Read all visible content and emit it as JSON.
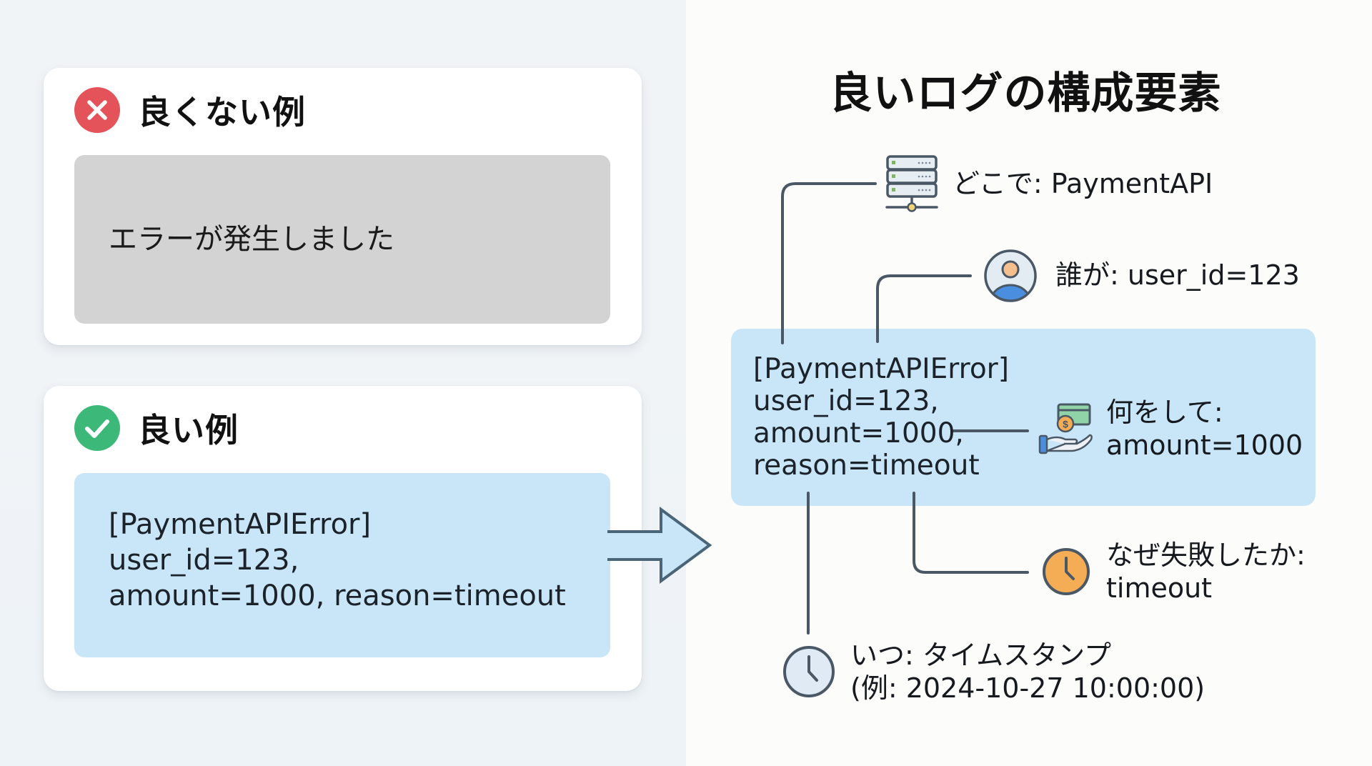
{
  "colors": {
    "bad_badge": "#e4525a",
    "good_badge": "#3cb878",
    "log_box_blue": "#c9e6f8",
    "log_box_gray": "#d3d3d3",
    "connector": "#4a5866",
    "why_clock": "#f4ad55",
    "when_clock": "#dfeaf4",
    "user_body": "#4a8fdf",
    "user_head": "#f6c08e"
  },
  "left": {
    "bad_example": {
      "icon": "x-circle-icon",
      "title": "良くない例",
      "log_text": "エラーが発生しました"
    },
    "good_example": {
      "icon": "check-circle-icon",
      "title": "良い例",
      "log_lines": [
        "[PaymentAPIError]",
        "user_id=123,",
        "amount=1000, reason=timeout"
      ]
    },
    "arrow_icon": "arrow-right-icon"
  },
  "right": {
    "title": "良いログの構成要素",
    "log_lines": [
      "[PaymentAPIError]",
      "user_id=123,",
      "amount=1000,",
      "reason=timeout"
    ],
    "elements": {
      "where": {
        "icon": "server-icon",
        "lines": [
          "どこで: PaymentAPI"
        ]
      },
      "who": {
        "icon": "user-icon",
        "lines": [
          "誰が: user_id=123"
        ]
      },
      "what": {
        "icon": "payment-hand-icon",
        "lines": [
          "何をして:",
          "amount=1000"
        ]
      },
      "why": {
        "icon": "clock-icon",
        "lines": [
          "なぜ失敗したか:",
          "timeout"
        ]
      },
      "when": {
        "icon": "clock-icon",
        "lines": [
          "いつ: タイムスタンプ",
          "(例: 2024-10-27 10:00:00)"
        ]
      }
    }
  }
}
